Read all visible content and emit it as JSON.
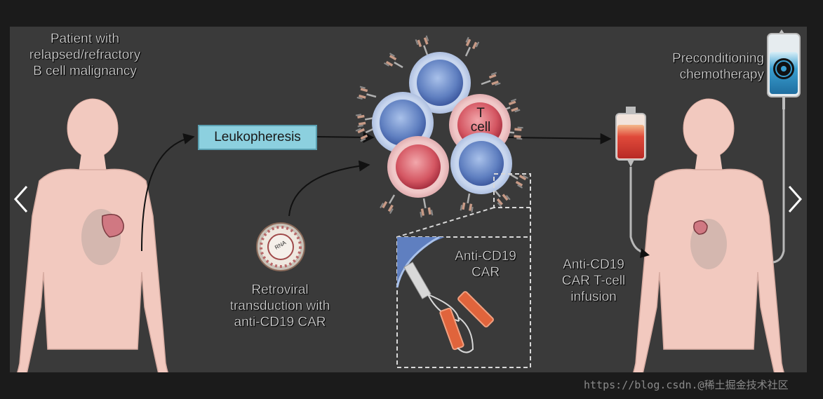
{
  "labels": {
    "patient": [
      "Patient with",
      "relapsed/refractory",
      "B cell malignancy"
    ],
    "leukopheresis": "Leukopheresis",
    "retroviral": [
      "Retroviral",
      "transduction with",
      "anti-CD19 CAR"
    ],
    "tcell": [
      "T",
      "cell"
    ],
    "car": [
      "Anti-CD19",
      "CAR"
    ],
    "preconditioning": [
      "Preconditioning",
      "chemotherapy"
    ],
    "infusion": [
      "Anti-CD19",
      "CAR T-cell",
      "infusion"
    ],
    "virus_label": "RNA"
  },
  "watermark": "https://blog.csdn.@稀土掘金技术社区",
  "colors": {
    "background": "#3a3a3a",
    "skin": "#f2c9bf",
    "cell_blue": "#7a96cc",
    "cell_red": "#d8707a",
    "leukopheresis_box": "#8cd0df",
    "car_domain": "#e0643c"
  }
}
